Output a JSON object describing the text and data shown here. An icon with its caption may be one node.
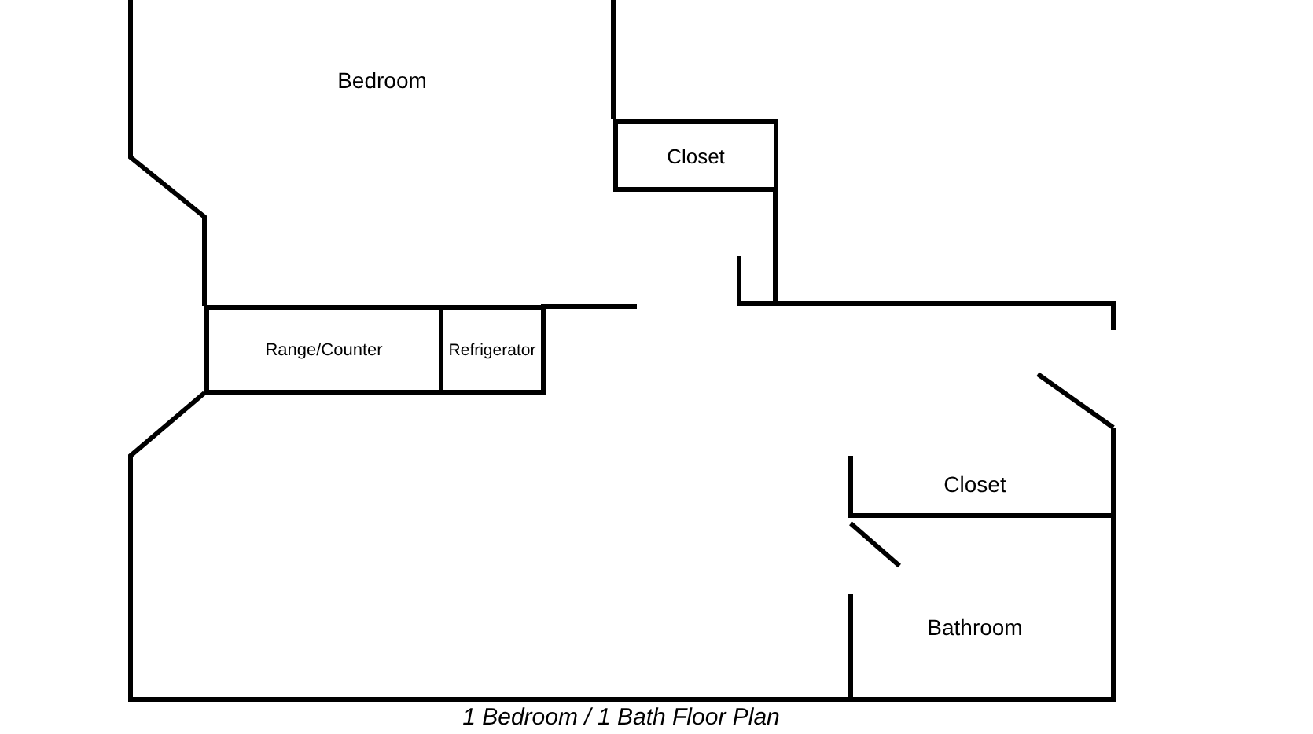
{
  "diagram": {
    "caption": "1 Bedroom / 1 Bath Floor Plan",
    "nodes": [
      {
        "text": [
          "Closet"
        ]
      },
      {
        "text": [
          "Range/Counter"
        ]
      },
      {
        "text": [
          "Refrigerator"
        ]
      }
    ],
    "labels": [
      "Bedroom",
      "Closet",
      "Bathroom"
    ]
  }
}
